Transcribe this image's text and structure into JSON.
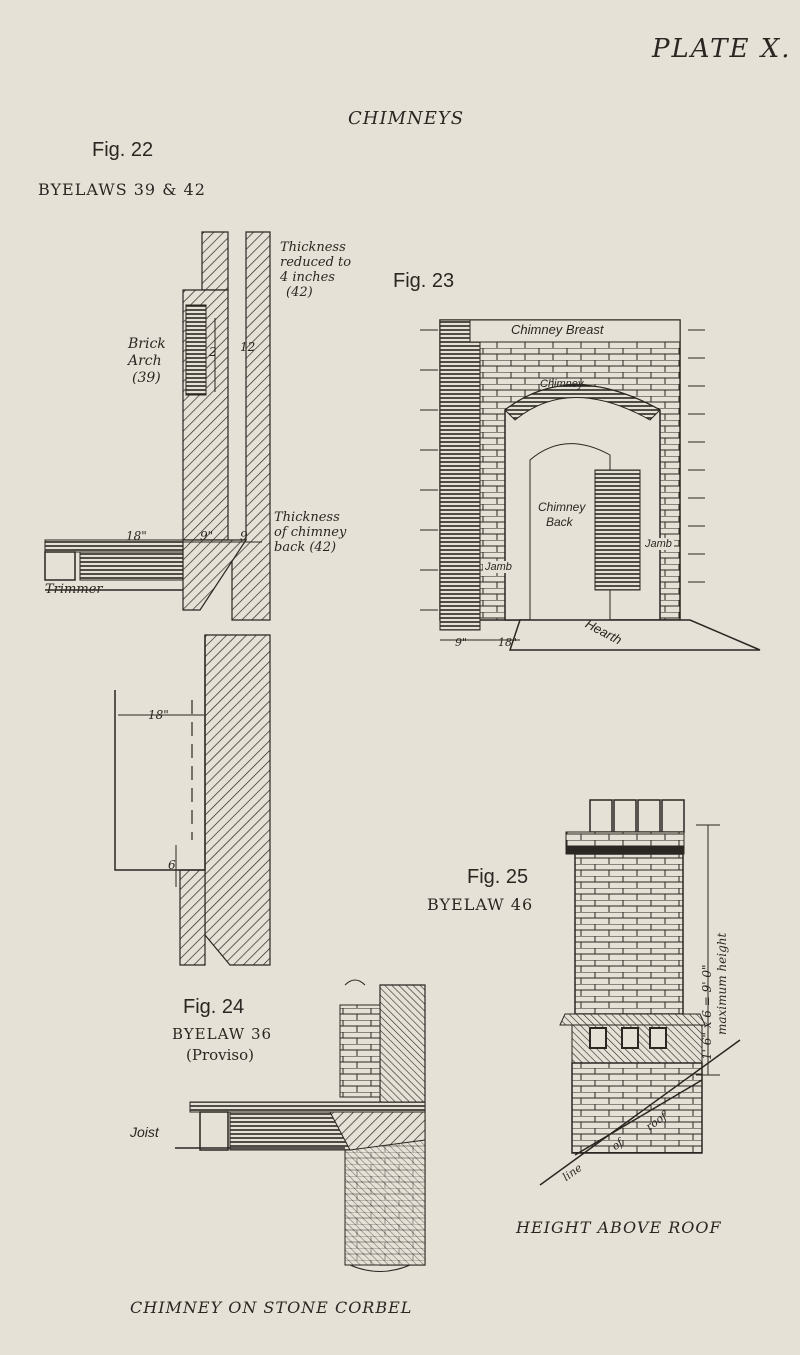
{
  "plate": "PLATE X.",
  "heading": "CHIMNEYS",
  "fig22": {
    "title": "Fig. 22",
    "subtitle": "BYELAWS 39 & 42",
    "labels": {
      "thickness_reduced": "Thickness",
      "thickness_reduced_2": "reduced to",
      "thickness_reduced_3": "4 inches",
      "thickness_reduced_4": "(42)",
      "brick_arch_1": "Brick",
      "brick_arch_2": "Arch",
      "brick_arch_3": "(39)",
      "dim_2": "2",
      "dim_12": "12",
      "dim_18_top": "18\"",
      "dim_9_a": "9\"",
      "dim_9_b": "9",
      "thickness_back_1": "Thickness",
      "thickness_back_2": "of chimney",
      "thickness_back_3": "back (42)",
      "trimmer": "Trimmer",
      "dim_18_lower": "18\"",
      "dim_6": "6"
    }
  },
  "fig23": {
    "title": "Fig. 23",
    "labels": {
      "chimney_breast": "Chimney Breast",
      "lintel": "Chimney",
      "chimney_back_1": "Chimney",
      "chimney_back_2": "Back",
      "jamb_left": "Jamb",
      "jamb_right": "Jamb",
      "hearth": "Hearth",
      "dim_9": "9\"",
      "dim_18": "18\""
    }
  },
  "fig24": {
    "title": "Fig. 24",
    "subtitle_1": "BYELAW 36",
    "subtitle_2": "(Proviso)",
    "joist": "Joist",
    "caption": "CHIMNEY ON STONE CORBEL"
  },
  "fig25": {
    "title": "Fig. 25",
    "subtitle": "BYELAW 46",
    "max_height": "1' 6\" x 6 = 9' 0\"",
    "max_height_2": "maximum height",
    "roof_label": "roof",
    "of_label": "of",
    "line_label": "line",
    "caption": "HEIGHT ABOVE ROOF"
  }
}
